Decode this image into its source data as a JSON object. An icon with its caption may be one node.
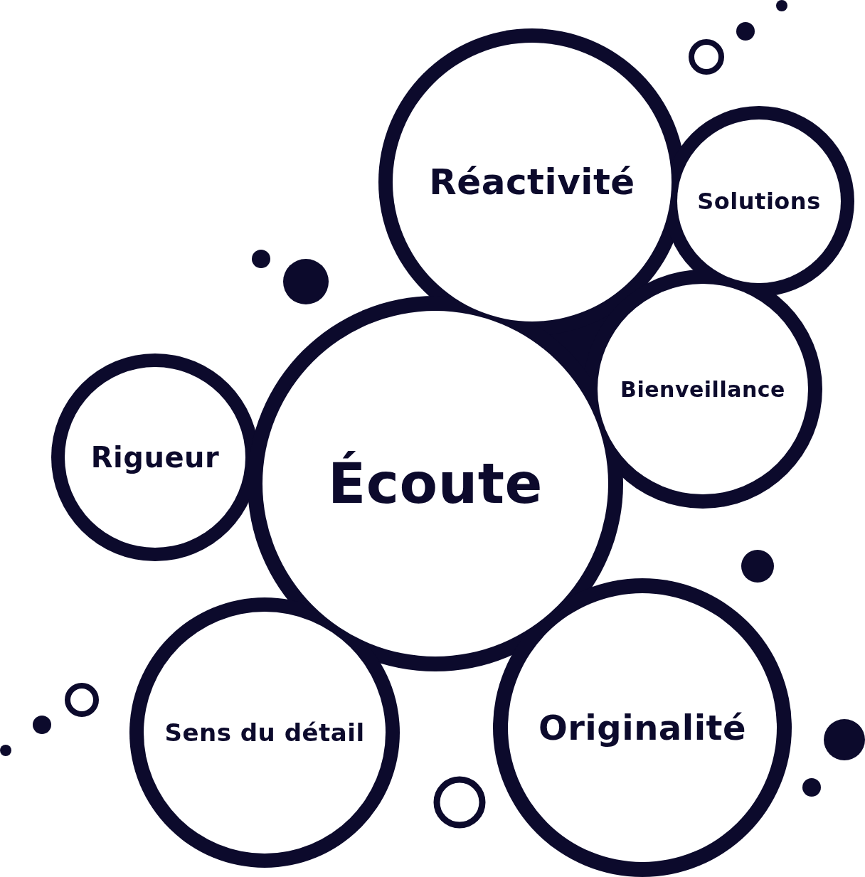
{
  "diagram": {
    "nodes": [
      {
        "text": [
          "Réactivité"
        ]
      },
      {
        "text": [
          "Solutions"
        ]
      },
      {
        "text": [
          "Bienveillance"
        ]
      },
      {
        "text": [
          "Rigueur"
        ]
      },
      {
        "text": [
          "Écoute"
        ]
      },
      {
        "text": [
          "Originalité"
        ]
      },
      {
        "text": [
          "Sens du détail"
        ]
      }
    ]
  }
}
